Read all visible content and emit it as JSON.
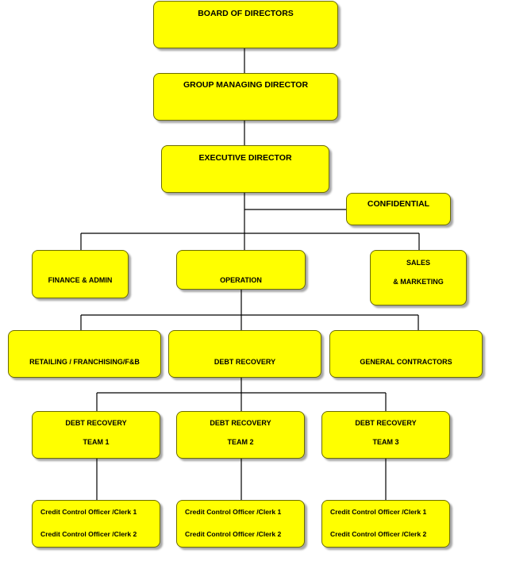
{
  "colors": {
    "box_fill": "#ffff00",
    "box_border": "#6b6b00",
    "connector": "#000000",
    "text": "#000000"
  },
  "org": {
    "board": "BOARD OF DIRECTORS",
    "group_md": "GROUP MANAGING DIRECTOR",
    "exec_director": "EXECUTIVE DIRECTOR",
    "confidential": "CONFIDENTIAL",
    "finance": "FINANCE & ADMIN",
    "operation": "OPERATION",
    "sales": "SALES",
    "marketing": "& MARKETING",
    "retailing": "RETAILING / FRANCHISING/F&B",
    "debt_recovery": "DEBT RECOVERY",
    "general_contractors": "GENERAL CONTRACTORS",
    "teams": [
      {
        "title": "DEBT RECOVERY",
        "name": "TEAM 1",
        "clerk1": "Credit Control Officer /Clerk 1",
        "clerk2": "Credit Control Officer /Clerk 2"
      },
      {
        "title": "DEBT RECOVERY",
        "name": "TEAM 2",
        "clerk1": "Credit Control Officer /Clerk 1",
        "clerk2": "Credit Control Officer /Clerk 2"
      },
      {
        "title": "DEBT RECOVERY",
        "name": "TEAM 3",
        "clerk1": "Credit Control Officer /Clerk 1",
        "clerk2": "Credit Control Officer /Clerk 2"
      }
    ]
  }
}
